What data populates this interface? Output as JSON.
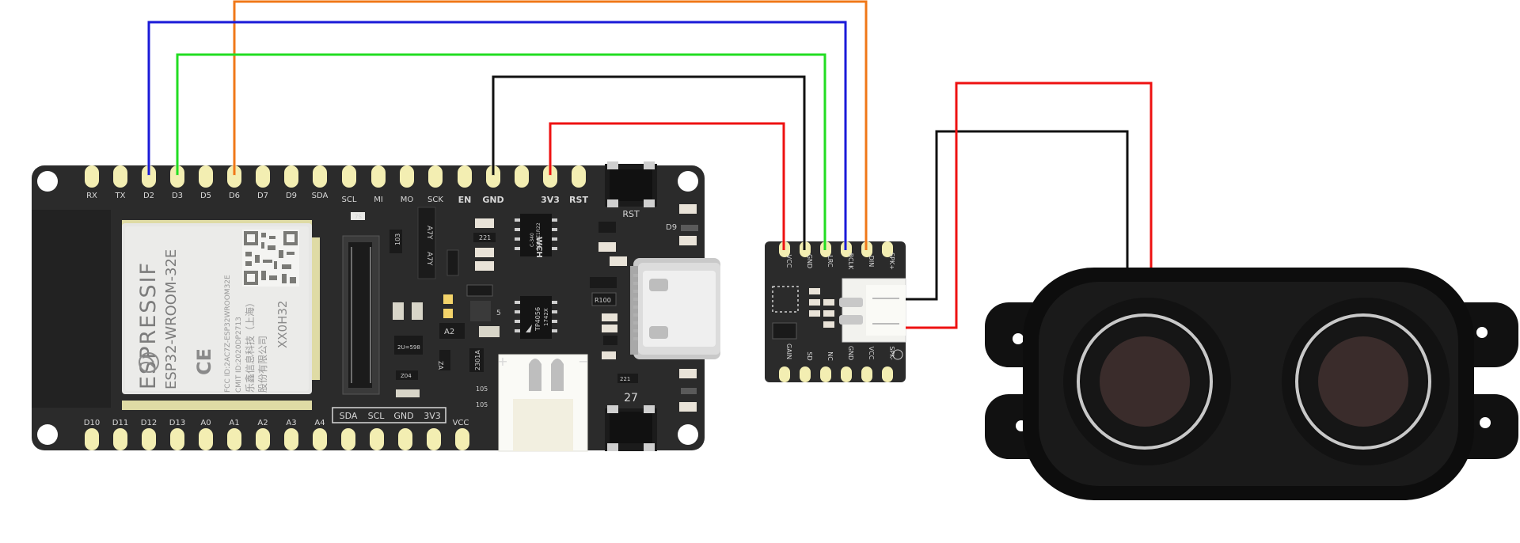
{
  "colors": {
    "wire_orange": "#f07818",
    "wire_blue": "#1a1ad8",
    "wire_green": "#22dd22",
    "wire_black": "#111111",
    "wire_red": "#ee1111",
    "board": "#2b2b2b",
    "pad": "#f3eeb2"
  },
  "board": {
    "top_pins": [
      "RX",
      "TX",
      "D2",
      "D3",
      "D5",
      "D6",
      "D7",
      "D9",
      "SDA",
      "SCL",
      "MI",
      "MO",
      "SCK",
      "EN",
      "GND",
      "3V3",
      "RST"
    ],
    "bottom_pins": [
      "D10",
      "D11",
      "D12",
      "D13",
      "A0",
      "A1",
      "A2",
      "A3",
      "A4",
      "SDA",
      "SCL",
      "GND",
      "3V3",
      "VCC"
    ],
    "module_brand": "ESPRESSIF",
    "module_model": "ESP32-WROOM-32E",
    "module_ce": "CE",
    "module_fcc": "FCC ID:2AC7Z-ESP32WROOM32E",
    "module_cmit": "CMIT ID:2020DP2713",
    "module_cn1": "乐鑫信息科技（上海）",
    "module_cn2": "股份有限公司",
    "module_code": "XX0H32",
    "rst_button_label": "RST",
    "d9_label": "D9",
    "btn27_label": "27",
    "chip_a_line1": "C-340",
    "chip_a_line2": "2006E1R22",
    "chip_a_logo": "WCH",
    "chip_b_line1": "TP4056",
    "chip_b_line2": "1742X",
    "part_7s": "7S",
    "part_103": "103",
    "part_a7y_1": "A7Y",
    "part_a7y_2": "A7Y",
    "part_221a": "221",
    "part_221b": "221",
    "part_2u598": "2U=598",
    "part_za": "ZA",
    "part_z04": "Z04",
    "part_a2": "A2",
    "part_2301a": "2301A",
    "part_105a": "105",
    "part_105b": "105",
    "part_r100": "R100",
    "part_5": "5",
    "plus": "+",
    "minus": "−"
  },
  "amp": {
    "top_pins": [
      "VCC",
      "GND",
      "LRC",
      "BCLK",
      "DIN",
      "SPK+"
    ],
    "bottom_pins": [
      "GAIN",
      "SD",
      "NC",
      "GND",
      "VCC",
      "SPK-"
    ]
  }
}
